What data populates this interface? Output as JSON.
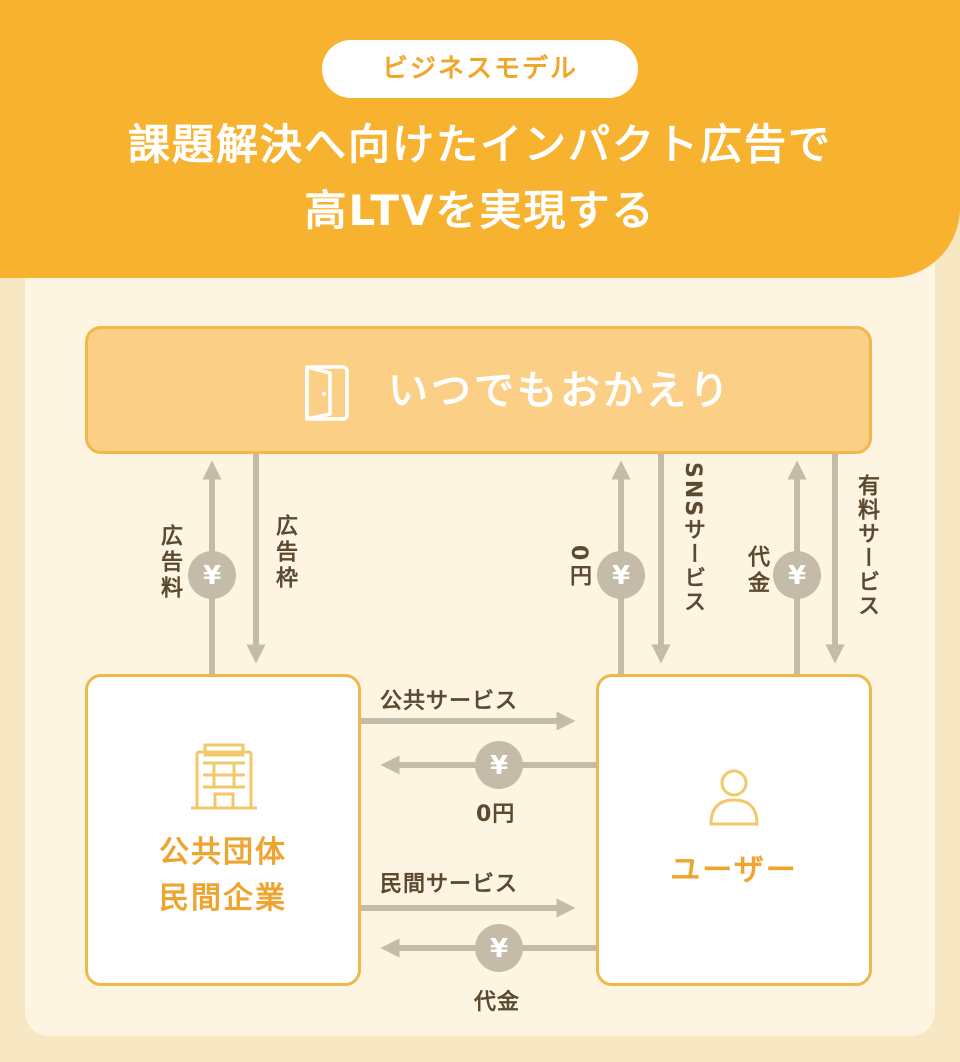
{
  "header": {
    "badge": "ビジネスモデル",
    "headline_line1": "課題解決へ向けたインパクト広告で",
    "headline_line2": "高LTVを実現する"
  },
  "top_box": {
    "label": "いつでもおかえり",
    "icon": "door-icon"
  },
  "left_box": {
    "line1": "公共団体",
    "line2": "民間企業",
    "icon": "building-icon"
  },
  "right_box": {
    "label": "ユーザー",
    "icon": "user-icon"
  },
  "flows": {
    "left_up": "広告料",
    "left_down": "広告枠",
    "right_up_a": "0円",
    "right_down_a": "SNSサービス",
    "right_up_b": "代金",
    "right_down_b": "有料サービス",
    "mid_service_public": "公共サービス",
    "mid_payment_public": "0円",
    "mid_service_private": "民間サービス",
    "mid_payment_private": "代金"
  },
  "currency_symbol": "¥",
  "colors": {
    "header": "#f7b22f",
    "background": "#f8e7c3",
    "panel": "#fdf5e2",
    "top_box_fill": "#fbd086",
    "border": "#eeb84a",
    "arrow": "#c4bba8",
    "text_dark": "#5c4a30",
    "accent_text": "#eea530"
  }
}
